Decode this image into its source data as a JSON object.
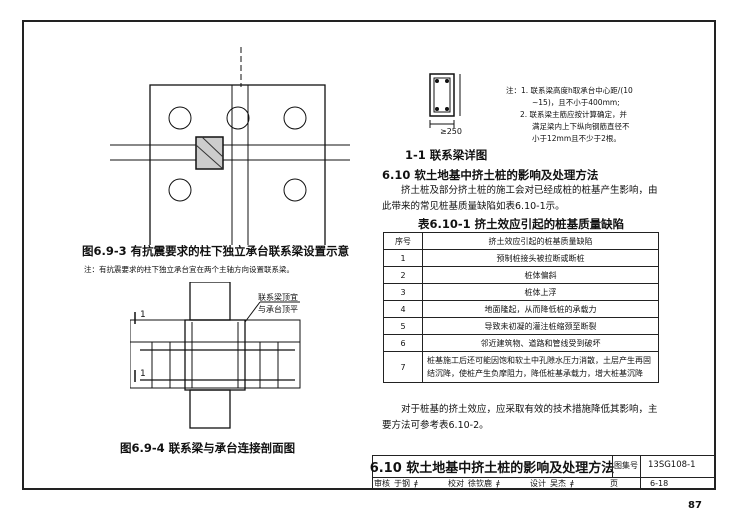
{
  "figure_6_9_3": {
    "caption": "图6.9-3 有抗震要求的柱下独立承台联系梁设置示意",
    "note": "注：有抗震要求的柱下独立承台宜在两个主轴方向设置联系梁。"
  },
  "figure_6_9_4": {
    "caption": "图6.9-4 联系梁与承台连接剖面图",
    "label_top": "联系梁顶宜",
    "label_bottom": "与承台顶平",
    "cut_mark_top": "1",
    "cut_mark_bottom": "1"
  },
  "figure_1_1": {
    "caption": "1-1 联系梁详图",
    "dim": "≥250",
    "notes": [
      "注：1. 联系梁高度h取承台中心距/(10",
      "~15)，且不小于400mm;",
      "2. 联系梁主筋应按计算确定，并",
      "满足梁内上下纵向钢筋直径不",
      "小于12mm且不少于2根。"
    ]
  },
  "section": {
    "heading": "6.10 软土地基中挤土桩的影响及处理方法",
    "intro": "挤土桩及部分挤土桩的施工会对已经成桩的桩基产生影响，由此带来的常见桩基质量缺陷如表6.10-1示。",
    "table_title": "表6.10-1 挤土效应引起的桩基质量缺陷",
    "table_headers": [
      "序号",
      "挤土效应引起的桩基质量缺陷"
    ],
    "table_rows": [
      [
        "1",
        "预制桩接头被拉断或断桩"
      ],
      [
        "2",
        "桩体偏斜"
      ],
      [
        "3",
        "桩体上浮"
      ],
      [
        "4",
        "地面隆起，从而降低桩的承载力"
      ],
      [
        "5",
        "导致未初凝的灌注桩缩颈至断裂"
      ],
      [
        "6",
        "邻近建筑物、道路和管线受到破坏"
      ],
      [
        "7",
        "桩基施工后还可能因饱和软土中孔隙水压力消散，土层产生再固结沉降，使桩产生负摩阻力，降低桩基承载力，增大桩基沉降"
      ]
    ],
    "outro": "对于桩基的挤土效应，应采取有效的技术措施降低其影响，主要方法可参考表6.10-2。"
  },
  "title_block": {
    "title": "6.10 软土地基中挤土桩的影响及处理方法",
    "atlas_label": "图集号",
    "atlas_no": "13SG108-1",
    "row": [
      "审核",
      "于钢",
      "",
      "校对",
      "徐钦鹿",
      "",
      "设计",
      "吴杰",
      "",
      "页",
      "6-18"
    ]
  },
  "page_number": "87"
}
